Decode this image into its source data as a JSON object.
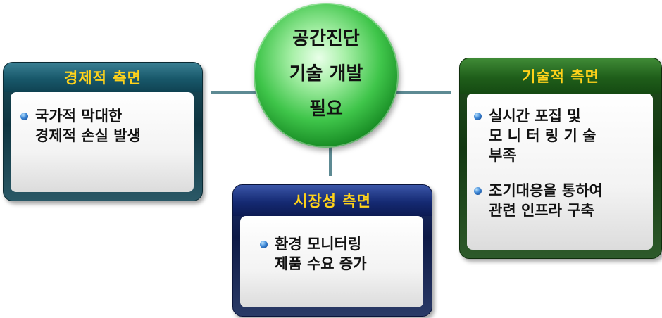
{
  "center": {
    "lines": [
      "공간진단",
      "기술 개발",
      "필요"
    ]
  },
  "boxes": {
    "economic": {
      "title": "경제적 측면",
      "items": [
        "국가적 막대한\n경제적 손실 발생"
      ]
    },
    "market": {
      "title": "시장성 측면",
      "items": [
        "환경 모니터링\n제품 수요 증가"
      ]
    },
    "technical": {
      "title": "기술적 측면",
      "items": [
        "실시간  포집  및\n모 니 터 링   기 술\n부족",
        "조기대응을 통하여\n관련 인프라 구축"
      ]
    }
  }
}
